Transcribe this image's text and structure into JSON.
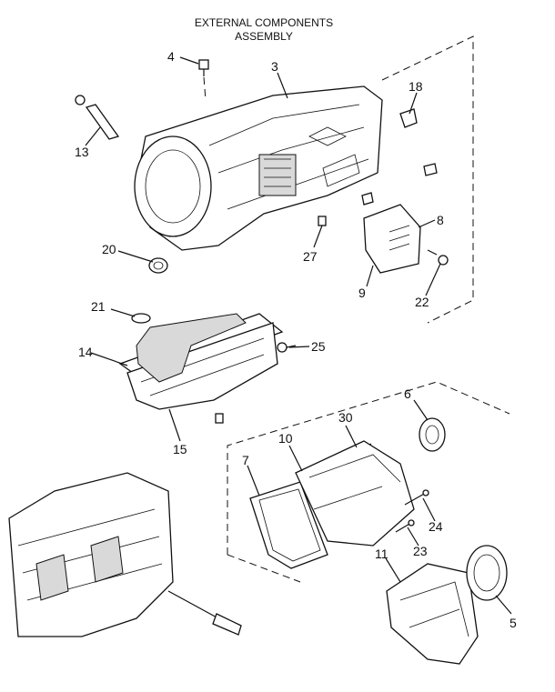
{
  "title": {
    "line1": "EXTERNAL COMPONENTS",
    "line2": "ASSEMBLY"
  },
  "callouts": {
    "c3": "3",
    "c4": "4",
    "c5": "5",
    "c6": "6",
    "c7": "7",
    "c8": "8",
    "c9": "9",
    "c10": "10",
    "c11": "11",
    "c13": "13",
    "c14": "14",
    "c15": "15",
    "c18": "18",
    "c20": "20",
    "c21": "21",
    "c22": "22",
    "c23": "23",
    "c24": "24",
    "c25": "25",
    "c27": "27",
    "c30": "30"
  }
}
